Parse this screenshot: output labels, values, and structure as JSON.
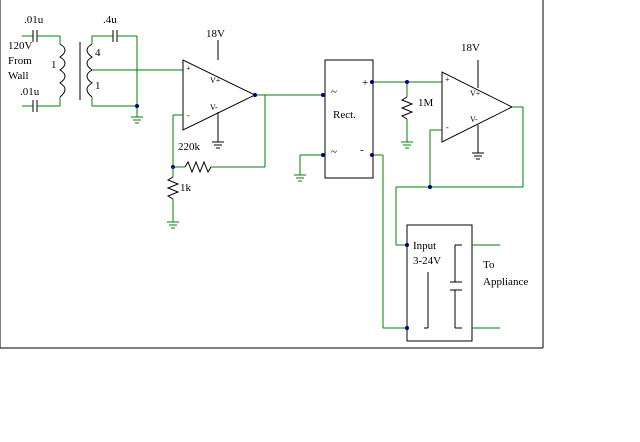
{
  "labels": {
    "c1": ".01u",
    "c2": ".01u",
    "c3": ".4u",
    "source_line1": "120V",
    "source_line2": "From",
    "source_line3": "Wall",
    "primary_turns": "1",
    "secondary_top_turns": "4",
    "secondary_bottom_turns": "1",
    "supply1": "18V",
    "supply2": "18V",
    "r_feedback": "220k",
    "r_ground": "1k",
    "r_load": "1M",
    "rectifier": "Rect.",
    "rect_ac_top": "~",
    "rect_ac_bottom": "~",
    "rect_plus": "+",
    "rect_minus": "-",
    "opamp_plus": "+",
    "opamp_minus": "-",
    "opamp_vplus": "V+",
    "opamp_vminus": "V-",
    "module_line1": "Input",
    "module_line2": "3-24V",
    "output_line1": "To",
    "output_line2": "Appliance"
  },
  "colors": {
    "wire": "#008000",
    "component": "#000000",
    "junction": "#000080",
    "background": "#ffffff"
  }
}
